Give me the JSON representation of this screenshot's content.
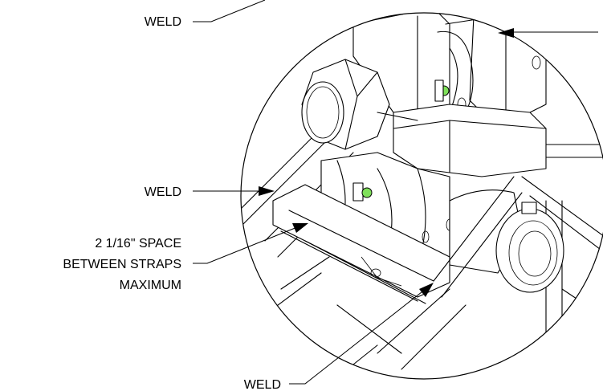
{
  "labels": {
    "weld_top": "WELD",
    "weld_left": "WELD",
    "space_line1": "2 1/16\" SPACE",
    "space_line2": "BETWEEN STRAPS",
    "space_line3": "MAXIMUM",
    "weld_bottom": "WELD"
  },
  "colors": {
    "line": "#000000",
    "background": "#ffffff",
    "grease_fitting": "#7fe05a"
  }
}
